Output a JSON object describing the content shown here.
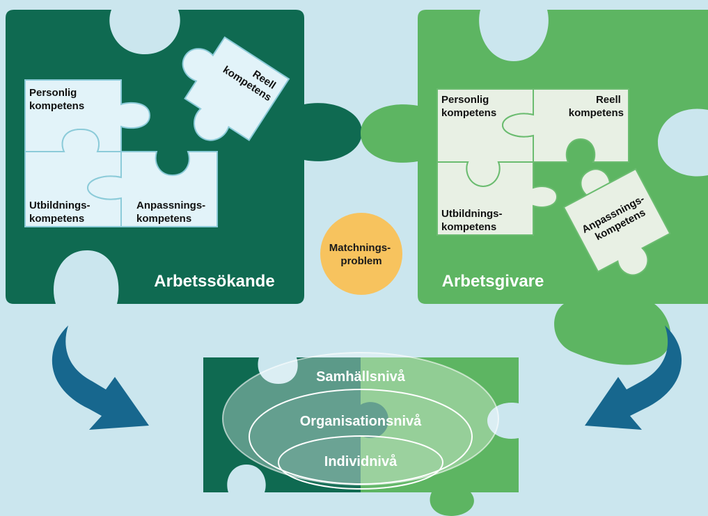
{
  "colors": {
    "background": "#cbe6ee",
    "jobseeker_green": "#0f6a51",
    "employer_green": "#5db562",
    "jobseeker_piece_fill": "#e2f3f9",
    "jobseeker_piece_stroke": "#8ccbd9",
    "employer_piece_fill": "#e8f0e4",
    "employer_piece_stroke": "#6bbc70",
    "matching_circle": "#f7c35e",
    "arrow_blue": "#17678e"
  },
  "jobseeker": {
    "title": "Arbetssökande",
    "pieces": {
      "personal": [
        "Personlig",
        "kompetens"
      ],
      "real": [
        "Reell",
        "kompetens"
      ],
      "education": [
        "Utbildnings-",
        "kompetens"
      ],
      "adaptation": [
        "Anpassnings-",
        "kompetens"
      ]
    }
  },
  "employer": {
    "title": "Arbetsgivare",
    "pieces": {
      "personal": [
        "Personlig",
        "kompetens"
      ],
      "real": [
        "Reell",
        "kompetens"
      ],
      "education": [
        "Utbildnings-",
        "kompetens"
      ],
      "adaptation": [
        "Anpassnings-",
        "kompetens"
      ]
    }
  },
  "matching": [
    "Matchnings-",
    "problem"
  ],
  "levels": {
    "society": "Samhällsnivå",
    "organisation": "Organisationsnivå",
    "individual": "Individnivå"
  },
  "icons": [
    "curved-arrow-icon",
    "curved-arrow-icon"
  ]
}
